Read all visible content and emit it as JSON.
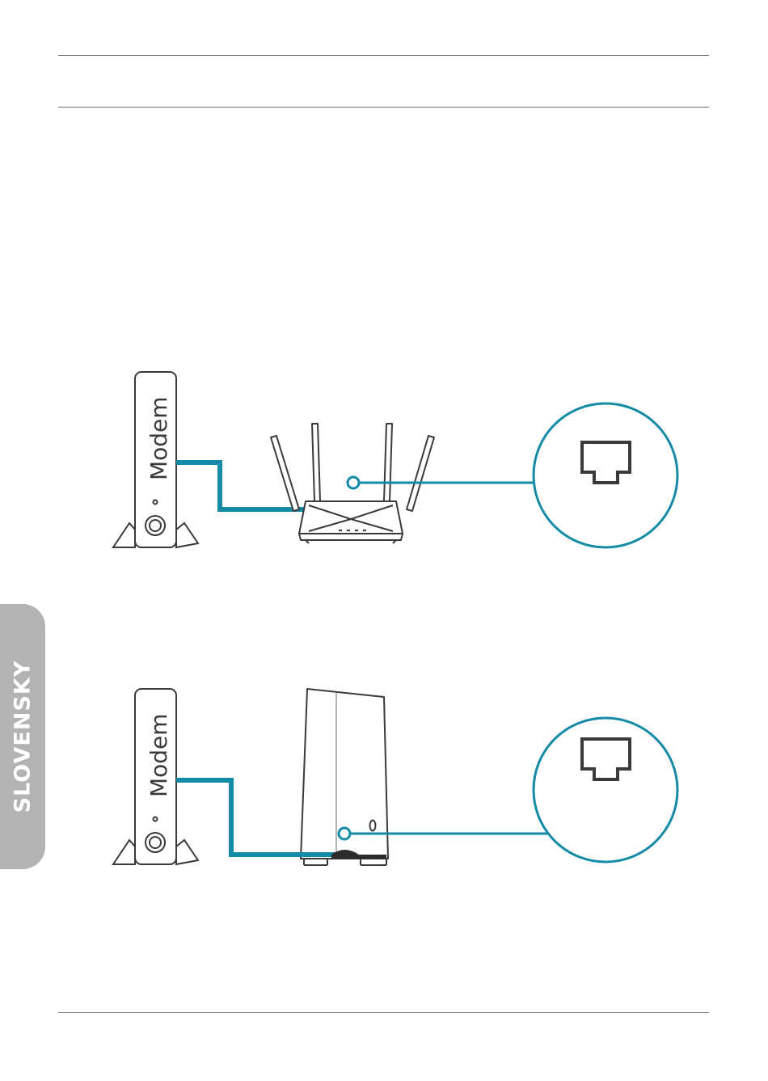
{
  "sidebar": {
    "language": "SLOVENSKY"
  },
  "figure_top": {
    "modem_label": "Modem"
  },
  "figure_bottom": {
    "modem_label": "Modem"
  },
  "colors": {
    "cable": "#148ba6",
    "outline": "#3a3a3a",
    "tab": "#b3b3b3"
  }
}
